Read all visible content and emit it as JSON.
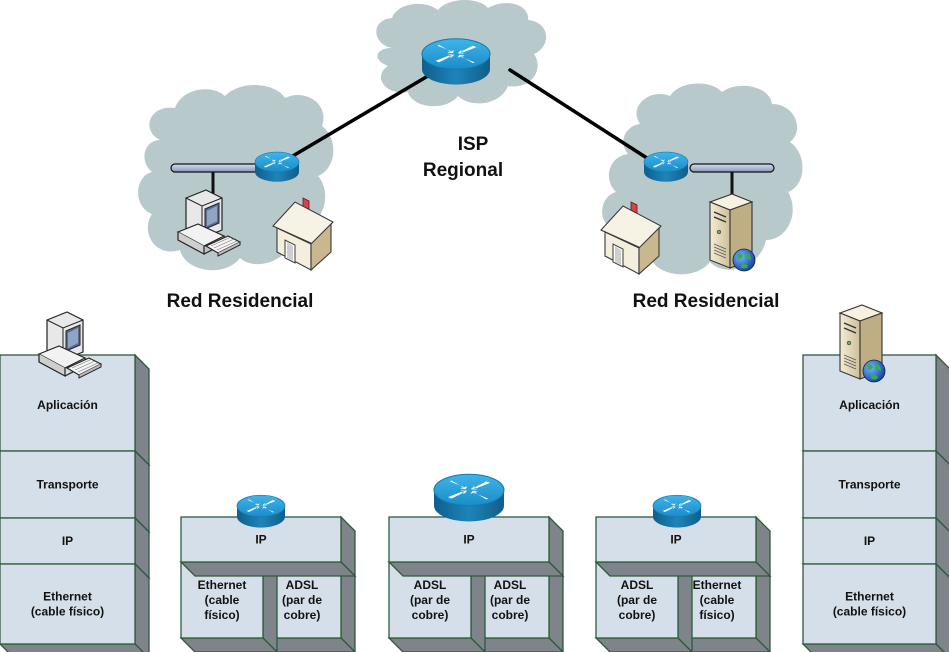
{
  "topology": {
    "isp_label_line1": "ISP",
    "isp_label_line2": "Regional",
    "left_network_label": "Red Residencial",
    "right_network_label": "Red Residencial"
  },
  "stacks": {
    "host_left": {
      "icon": "desktop-computer-icon",
      "layers": [
        {
          "lines": [
            "Aplicación"
          ]
        },
        {
          "lines": [
            "Transporte"
          ]
        },
        {
          "lines": [
            "IP"
          ]
        },
        {
          "lines": [
            "Ethernet",
            "(cable físico)"
          ]
        }
      ]
    },
    "router_left": {
      "icon": "router-icon",
      "top": [
        "IP"
      ],
      "left": [
        "Ethernet",
        "(cable",
        "físico)"
      ],
      "right": [
        "ADSL",
        "(par de",
        "cobre)"
      ]
    },
    "router_isp": {
      "icon": "router-icon",
      "top": [
        "IP"
      ],
      "left": [
        "ADSL",
        "(par de",
        "cobre)"
      ],
      "right": [
        "ADSL",
        "(par de",
        "cobre)"
      ]
    },
    "router_right": {
      "icon": "router-icon",
      "top": [
        "IP"
      ],
      "left": [
        "ADSL",
        "(par de",
        "cobre)"
      ],
      "right": [
        "Ethernet",
        "(cable",
        "físico)"
      ]
    },
    "host_right": {
      "icon": "web-server-icon",
      "layers": [
        {
          "lines": [
            "Aplicación"
          ]
        },
        {
          "lines": [
            "Transporte"
          ]
        },
        {
          "lines": [
            "IP"
          ]
        },
        {
          "lines": [
            "Ethernet",
            "(cable físico)"
          ]
        }
      ]
    }
  },
  "colors": {
    "cloud": "#b8c9cc",
    "layer_face": "#d5dfe9",
    "layer_side": "#7e848a",
    "layer_border": "#2e5a3c",
    "router_top": "#1f9ad6",
    "router_side": "#1675a8",
    "bus": "#a7b6d0"
  }
}
